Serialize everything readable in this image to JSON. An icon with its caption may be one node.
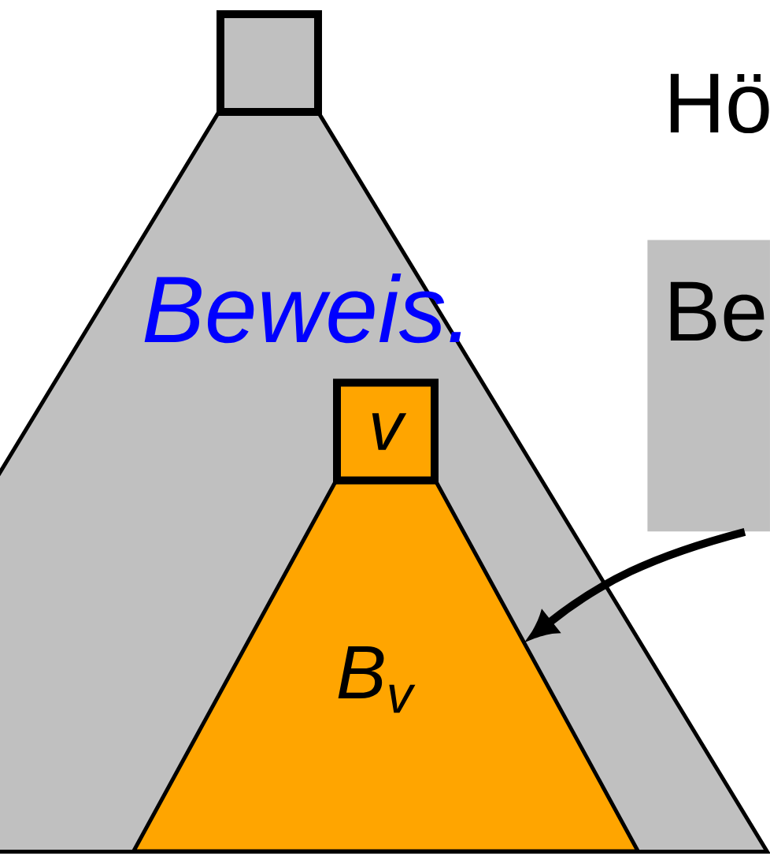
{
  "diagram": {
    "nodes": [
      {
        "text": [
          "Beweis."
        ]
      },
      {
        "text": [],
        "shape": "box"
      },
      {
        "text": [
          "v"
        ],
        "in": 0
      },
      {
        "text": [
          "B$_{v}$"
        ],
        "in": 0
      },
      {
        "text": [
          "Be"
        ]
      }
    ],
    "edges": [
      {
        "from": 4,
        "to": 3,
        "arrow": "to"
      }
    ],
    "labels": [
      "Hö"
    ]
  }
}
